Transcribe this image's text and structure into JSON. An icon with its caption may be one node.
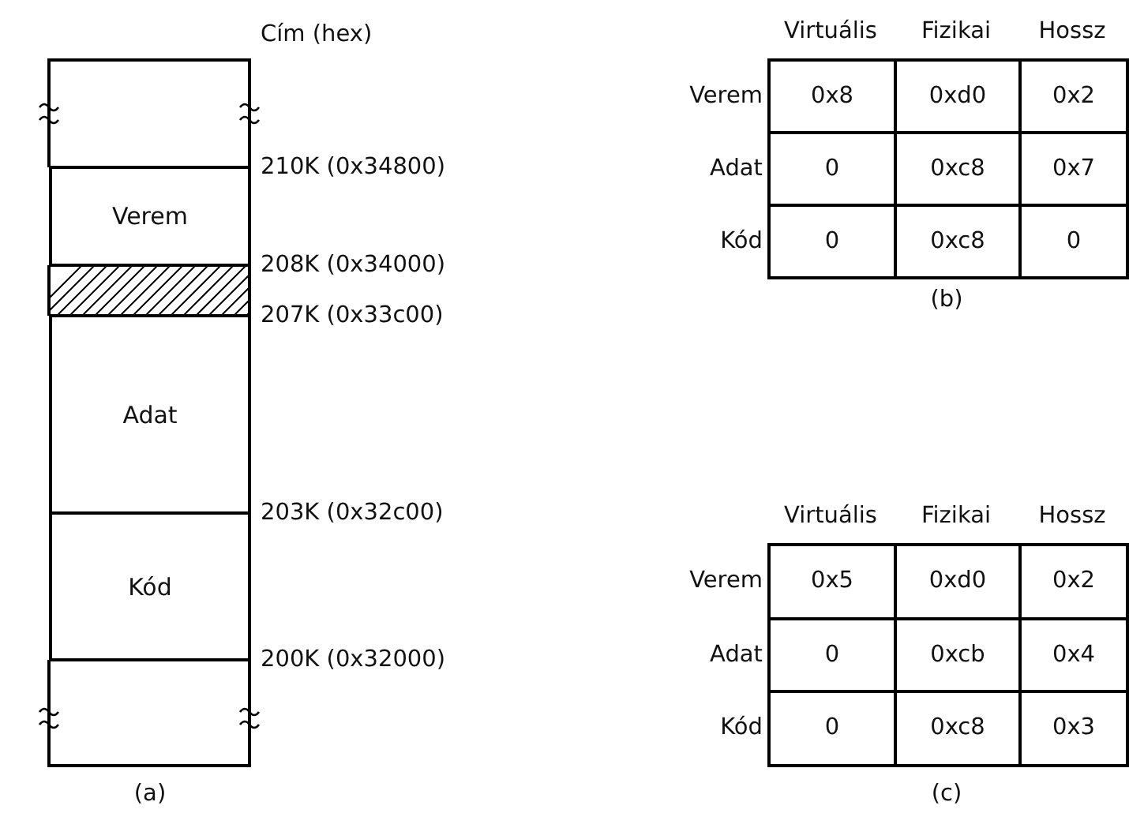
{
  "diagram": {
    "nodes": [
      {
        "text": [
          "Verem"
        ]
      },
      {
        "text": [
          "Adat"
        ]
      },
      {
        "text": [
          "Kód"
        ]
      }
    ],
    "labels": [
      "Cím (hex)",
      "210K (0x34800)",
      "208K (0x34000)",
      "207K (0x33c00)",
      "203K (0x32c00)",
      "200K (0x32000)",
      "(a)",
      "Virtuális",
      "Fizikai",
      "Hossz",
      "Verem",
      "0x8",
      "0xd0",
      "0x2",
      "Adat",
      "0",
      "0xc8",
      "0x7",
      "Kód",
      "0",
      "0xc8",
      "0",
      "(b)",
      "Virtuális",
      "Fizikai",
      "Hossz",
      "Verem",
      "0x5",
      "0xd0",
      "0x2",
      "Adat",
      "0",
      "0xcb",
      "0x4",
      "Kód",
      "0",
      "0xc8",
      "0x3",
      "(c)"
    ]
  }
}
